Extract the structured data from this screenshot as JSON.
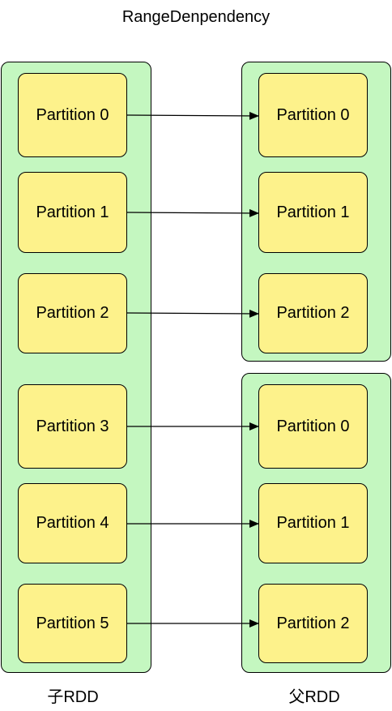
{
  "title": "RangeDenpendency",
  "child_rdd": {
    "label": "子RDD",
    "partitions": [
      "Partition 0",
      "Partition 1",
      "Partition 2",
      "Partition 3",
      "Partition 4",
      "Partition 5"
    ]
  },
  "parent_rdd_a": {
    "partitions": [
      "Partition 0",
      "Partition 1",
      "Partition 2"
    ]
  },
  "parent_rdd_b": {
    "partitions": [
      "Partition 0",
      "Partition 1",
      "Partition 2"
    ]
  },
  "parent_label": "父RDD",
  "colors": {
    "rdd_fill": "#c4f7c0",
    "partition_fill": "#fdf28b",
    "stroke": "#000000"
  }
}
